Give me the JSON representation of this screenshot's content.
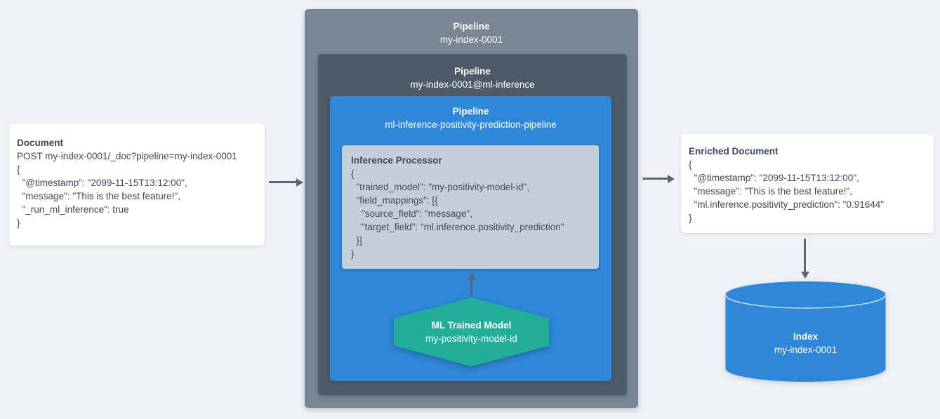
{
  "document_card": {
    "title": "Document",
    "lines": [
      "POST my-index-0001/_doc?pipeline=my-index-0001",
      "{",
      "  \"@timestamp\": \"2099-11-15T13:12:00\",",
      "  \"message\": \"This is the best feature!\",",
      "  \"_run_ml_inference\": true",
      "}"
    ]
  },
  "outer_pipeline": {
    "label": "Pipeline",
    "name": "my-index-0001"
  },
  "mid_pipeline": {
    "label": "Pipeline",
    "name": "my-index-0001@ml-inference"
  },
  "inner_pipeline": {
    "label": "Pipeline",
    "name": "ml-inference-positivity-prediction-pipeline"
  },
  "inference_processor": {
    "title": "Inference Processor",
    "lines": [
      "{",
      "  \"trained_model\": \"my-positivity-model-id\",",
      "  \"field_mappings\": [{",
      "    \"source_field\": \"message\",",
      "    \"target_field\": \"ml.inference.positivity_prediction\"",
      "  }]",
      "}"
    ]
  },
  "ml_model": {
    "title": "ML Trained Model",
    "name": "my-positivity-model-id"
  },
  "enriched_card": {
    "title": "Enriched Document",
    "lines": [
      "{",
      "  \"@timestamp\": \"2099-11-15T13:12:00\",",
      "  \"message\": \"This is the best feature!\",",
      "  \"ml.inference.positivity_prediction\": \"0.91644\"",
      "}"
    ]
  },
  "index": {
    "title": "Index",
    "name": "my-index-0001"
  },
  "colors": {
    "bg": "#eff2f6",
    "card": "#ffffff",
    "ink": "#3e4a55",
    "outer": "#788695",
    "mid": "#4d5b69",
    "blue": "#2e87d8",
    "proc": "#c5cfd9",
    "hex": "#22ae98",
    "arrow": "#5c6773",
    "white": "#ffffff"
  }
}
